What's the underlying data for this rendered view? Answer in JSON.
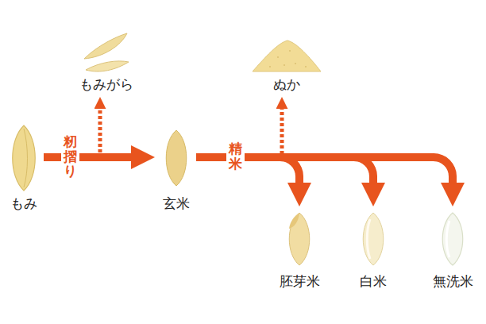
{
  "diagram": {
    "nodes": [
      {
        "text": [
          "もみ"
        ]
      },
      {
        "text": [
          "もみがら"
        ]
      },
      {
        "text": [
          "玄米"
        ]
      },
      {
        "text": [
          "ぬか"
        ]
      },
      {
        "text": [
          "胚芽米"
        ]
      },
      {
        "text": [
          "白米"
        ]
      },
      {
        "text": [
          "無洗米"
        ]
      }
    ],
    "edges": [
      {
        "from": 0,
        "to": 2,
        "label": "籾摺り",
        "arrow": "to"
      },
      {
        "from": 0,
        "to": 1,
        "arrow": "to"
      },
      {
        "from": 2,
        "to": 3,
        "arrow": "to"
      },
      {
        "from": 2,
        "to": 4,
        "label": "精米",
        "arrow": "to"
      },
      {
        "from": 2,
        "to": 5,
        "arrow": "to"
      },
      {
        "from": 2,
        "to": 6,
        "arrow": "to"
      }
    ]
  }
}
